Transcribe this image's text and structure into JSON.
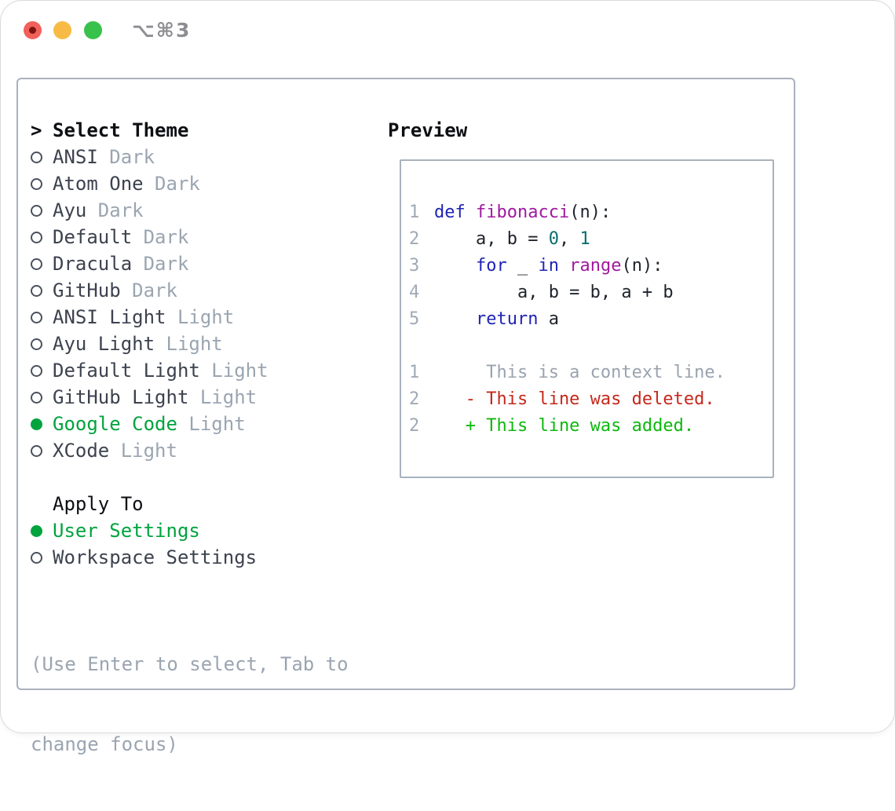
{
  "window": {
    "title": "⌥⌘3",
    "traffic_lights": [
      "close",
      "minimize",
      "zoom"
    ]
  },
  "colors": {
    "keyword": "#1f24b4",
    "function": "#a019a0",
    "number": "#086e6e",
    "plain": "#1e222a",
    "context": "#99a3af",
    "deleted": "#c5281c",
    "added": "#0db80d",
    "muted": "#9aa5b1",
    "selected_green": "#00a33e",
    "line_number": "#9fa9b5",
    "theme_name": "#3c424e"
  },
  "theme_panel": {
    "header": {
      "marker": ">",
      "label": "Select Theme"
    },
    "themes": [
      {
        "name": "ANSI",
        "variant": "Dark",
        "selected": false
      },
      {
        "name": "Atom One",
        "variant": "Dark",
        "selected": false
      },
      {
        "name": "Ayu",
        "variant": "Dark",
        "selected": false
      },
      {
        "name": "Default",
        "variant": "Dark",
        "selected": false
      },
      {
        "name": "Dracula",
        "variant": "Dark",
        "selected": false
      },
      {
        "name": "GitHub",
        "variant": "Dark",
        "selected": false
      },
      {
        "name": "ANSI Light",
        "variant": "Light",
        "selected": false
      },
      {
        "name": "Ayu Light",
        "variant": "Light",
        "selected": false
      },
      {
        "name": "Default Light",
        "variant": "Light",
        "selected": false
      },
      {
        "name": "GitHub Light",
        "variant": "Light",
        "selected": false
      },
      {
        "name": "Google Code",
        "variant": "Light",
        "selected": true
      },
      {
        "name": "XCode",
        "variant": "Light",
        "selected": false
      }
    ],
    "apply_to": {
      "label": "Apply To",
      "options": [
        {
          "label": "User Settings",
          "selected": true
        },
        {
          "label": "Workspace Settings",
          "selected": false
        }
      ]
    },
    "footer_hint_lines": [
      "(Use Enter to select, Tab to",
      "change focus)"
    ]
  },
  "preview": {
    "title": "Preview",
    "code_lines": [
      {
        "num": "1",
        "tokens": [
          {
            "t": "def",
            "c": "keyword"
          },
          {
            "t": " ",
            "c": "plain"
          },
          {
            "t": "fibonacci",
            "c": "function"
          },
          {
            "t": "(n):",
            "c": "plain"
          }
        ]
      },
      {
        "num": "2",
        "tokens": [
          {
            "t": "    a, b = ",
            "c": "plain"
          },
          {
            "t": "0",
            "c": "number"
          },
          {
            "t": ", ",
            "c": "plain"
          },
          {
            "t": "1",
            "c": "number"
          }
        ]
      },
      {
        "num": "3",
        "tokens": [
          {
            "t": "    ",
            "c": "plain"
          },
          {
            "t": "for",
            "c": "keyword"
          },
          {
            "t": " _ ",
            "c": "plain"
          },
          {
            "t": "in",
            "c": "keyword"
          },
          {
            "t": " ",
            "c": "plain"
          },
          {
            "t": "range",
            "c": "function"
          },
          {
            "t": "(n):",
            "c": "plain"
          }
        ]
      },
      {
        "num": "4",
        "tokens": [
          {
            "t": "        a, b = b, a + b",
            "c": "plain"
          }
        ]
      },
      {
        "num": "5",
        "tokens": [
          {
            "t": "    ",
            "c": "plain"
          },
          {
            "t": "return",
            "c": "keyword"
          },
          {
            "t": " a",
            "c": "plain"
          }
        ]
      },
      {
        "num": "",
        "tokens": []
      },
      {
        "num": "1",
        "tokens": [
          {
            "t": "     This is a context line.",
            "c": "context"
          }
        ]
      },
      {
        "num": "2",
        "tokens": [
          {
            "t": "   - This line was deleted.",
            "c": "deleted"
          }
        ]
      },
      {
        "num": "2",
        "tokens": [
          {
            "t": "   + This line was added.",
            "c": "added"
          }
        ]
      }
    ]
  }
}
